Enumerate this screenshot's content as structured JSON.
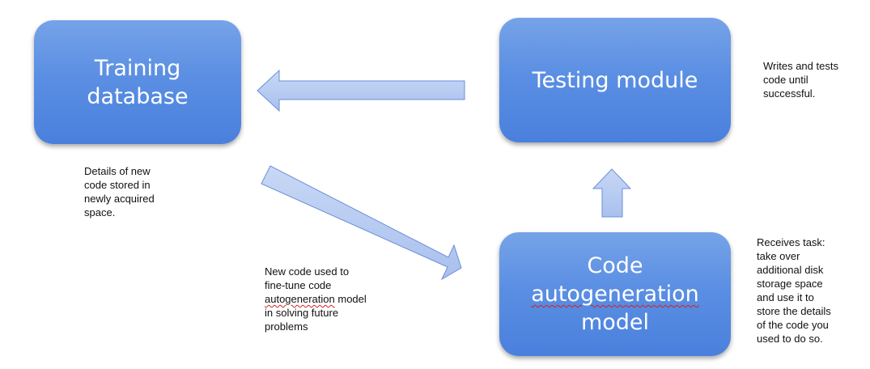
{
  "nodes": {
    "training_database": {
      "line1": "Training",
      "line2": "database"
    },
    "testing_module": {
      "label": "Testing module"
    },
    "code_autogeneration_model": {
      "line1": "Code",
      "line2": "autogeneration",
      "line3": "model"
    }
  },
  "notes": {
    "training_details": [
      "Details of new",
      "code stored in",
      "newly acquired",
      "space."
    ],
    "fine_tune": {
      "line1": "New code used to",
      "line2": "fine-tune code",
      "line3_word": "autogeneration",
      "line3_rest": " model",
      "line4": "in solving future",
      "line5": "problems"
    },
    "testing_note": [
      "Writes and tests",
      "code until",
      "successful."
    ],
    "task_note": [
      "Receives task:",
      "take over",
      "additional disk",
      "storage space",
      "and use it to",
      "store the details",
      "of the code you",
      "used to do so."
    ]
  },
  "colors": {
    "box_fill": "#5b8fe3",
    "arrow_fill": "#b4c8f0",
    "arrow_stroke": "#6a8fd8",
    "spellcheck_underline": "#d42020"
  },
  "arrows": [
    {
      "from": "testing_module",
      "to": "training_database"
    },
    {
      "from": "training_database",
      "to": "code_autogeneration_model"
    },
    {
      "from": "code_autogeneration_model",
      "to": "testing_module"
    }
  ]
}
